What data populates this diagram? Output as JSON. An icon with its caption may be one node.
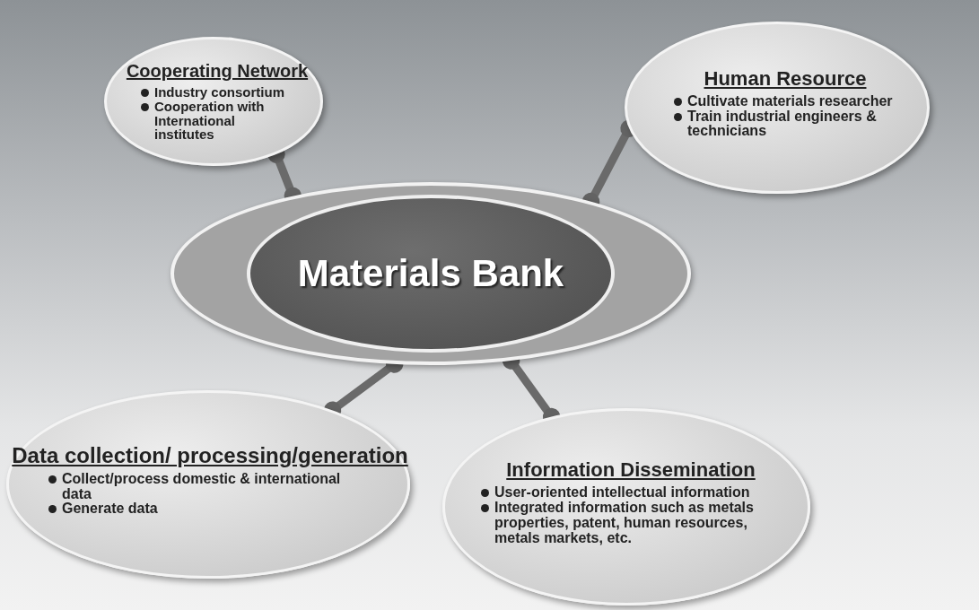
{
  "diagram": {
    "nodes": [
      {
        "text": [
          "Materials Bank"
        ]
      },
      {
        "text": [
          "Cooperating Network",
          "Industry consortium",
          "Cooperation with International institutes"
        ]
      },
      {
        "text": [
          "Human Resource",
          "Cultivate materials researcher",
          "Train industrial engineers & technicians"
        ]
      },
      {
        "text": [
          "Data collection/ processing/generation",
          "Collect/process domestic & international data",
          "Generate data"
        ]
      },
      {
        "text": [
          "Information Dissemination",
          "User-oriented intellectual information",
          "Integrated information such as metals properties, patent, human resources, metals markets, etc."
        ]
      }
    ],
    "edges": [
      {
        "from": 1,
        "to": 0,
        "arrow": "other"
      },
      {
        "from": 2,
        "to": 0,
        "arrow": "other"
      },
      {
        "from": 0,
        "to": 3,
        "arrow": "other"
      },
      {
        "from": 0,
        "to": 4,
        "arrow": "other"
      }
    ]
  }
}
